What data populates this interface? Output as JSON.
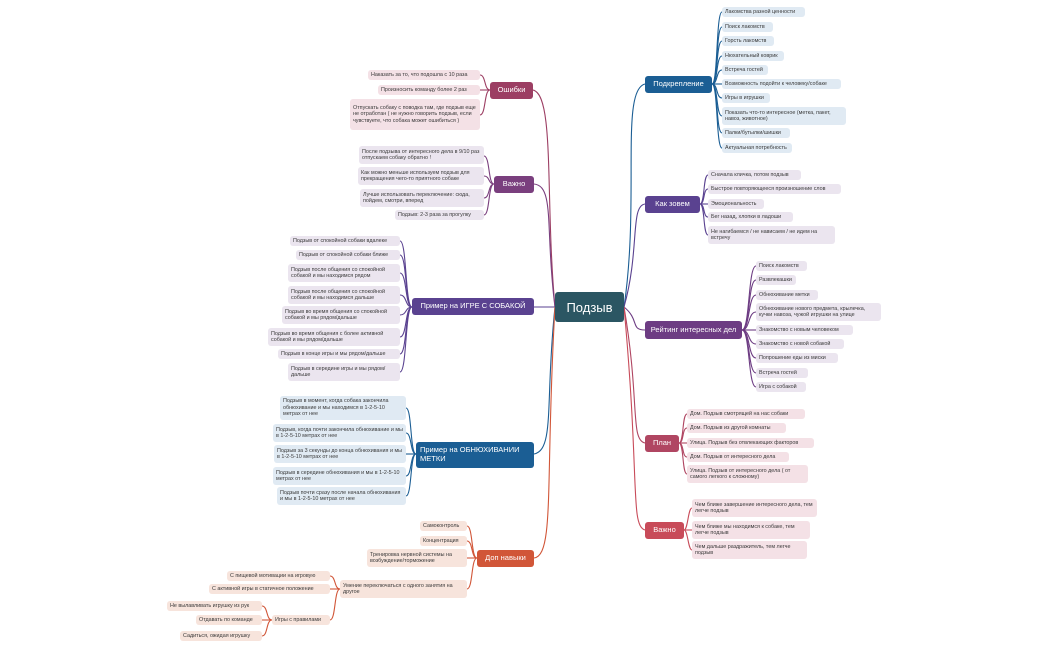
{
  "central": "Подзыв",
  "branches": {
    "podkreplenie": {
      "title": "Подкрепление",
      "items": [
        "Лакомства разной ценности",
        "Поиск лакомств",
        "Горсть лакомств",
        "Нюхательный коврик",
        "Встреча гостей",
        "Возможность подойти к человеку/собаке",
        "Игры в игрушки",
        "Показать что-то интересное (метка, пакет, навоз, животное)",
        "Палки/бутылки/шишки",
        "Актуальная потребность"
      ]
    },
    "kak_zovem": {
      "title": "Как зовем",
      "items": [
        "Сначала кличка, потом подзыв",
        "Быстрое повторяющееся произношение слов",
        "Эмоциональность",
        "Бег назад, хлопки в ладоши",
        "Не нагибаемся / не нависаем / не идем на встречу"
      ]
    },
    "reyting": {
      "title": "Рейтинг интересных дел",
      "items": [
        "Поиск лакомств",
        "Развлекашки",
        "Обнюхивание метки",
        "Обнюхивание нового предмета, крылечка, кучки навоза, чужой игрушки на улице",
        "Знакомство с новым человеком",
        "Знакомство с новой собакой",
        "Попрошение еды из миски",
        "Встреча гостей",
        "Игра с собакой"
      ]
    },
    "plan": {
      "title": "План",
      "items": [
        "Дом. Подзыв смотрящей на нас собаки",
        "Дом. Подзыв из другой комнаты",
        "Улица. Подзыв без отвлекающих факторов",
        "Дом. Подзыв от интересного дела",
        "Улица. Подзыв от интересного дела ( от самого легкого к сложному)"
      ]
    },
    "vazhno_right": {
      "title": "Важно",
      "items": [
        "Чем ближе завершение интересного дела, тем легче подзыв",
        "Чем ближе мы находимся к собаке, тем легче подзыв",
        "Чем дальше раздражитель, тем легче подзыв"
      ]
    },
    "oshibki": {
      "title": "Ошибки",
      "items": [
        "Наказать за то, что подошла с 10 раза",
        "Произносить команду более 2 раз",
        "Отпускать собаку с поводка там, где подзыв еще не отработан ( не нужно говорить подзыв, если чувствуете, что собака может ошибиться )"
      ]
    },
    "vazhno_left": {
      "title": "Важно",
      "items": [
        "После подзыва от интересного дела в 9/10 раз отпускаем собаку обратно !",
        "Как можно меньше используем подзыв для прекращения чего-то приятного собаке",
        "Лучше использовать переключение: сюда, пойдем, смотри, вперед",
        "Подзыв: 2-3 раза за прогулку"
      ]
    },
    "igra": {
      "title": "Пример на ИГРЕ С СОБАКОЙ",
      "items": [
        "Подзыв от спокойной собаки вдалеке",
        "Подзыв от спокойной собаки ближе",
        "Подзыв после общения со спокойной собакой и мы находимся рядом",
        "Подзыв после общения со спокойной собакой и мы находимся дальше",
        "Подзыв во время общения со спокойной собакой и мы рядом/дальше",
        "Подзыв во время общения с более активной собакой и мы рядом/дальше",
        "Подзыв в конце игры и мы рядом/дальше",
        "Подзыв в середине игры и мы рядом/дальше"
      ]
    },
    "metka": {
      "title": "Пример на ОБНЮХИВАНИИ МЕТКИ",
      "items": [
        "Подзыв в момент, когда собака закончила обнюхивание и мы находимся в 1-2-5-10 метрах от нее",
        "Подзыв, когда почти закончила обнюхивание и мы в 1-2-5-10 метрах от нее",
        "Подзыв за 3 секунды до конца обнюхивания и мы в 1-2-5-10 метрах от нее",
        "Подзыв в середине обнюхивания и мы в 1-2-5-10 метрах от нее",
        "Подзыв почти сразу после начала обнюхивания и мы в 1-2-5-10 метрах от нее"
      ]
    },
    "dop": {
      "title": "Доп навыки",
      "samocontrol": "Самоконтроль",
      "concentration": "Концентрация",
      "trenirovka": "Тренировка нервной системы на возбуждение/торможение",
      "umenie": "Умение переключаться с одного занятия на другое",
      "umenie_items": [
        "С пищевой мотивации на игровую",
        "С активной игры в статичное положение"
      ],
      "igry": "Игры с правилами",
      "igry_items": [
        "Не вылавливать игрушку из рук",
        "Отдавать по команде",
        "Садиться, ожидая игрушку"
      ]
    }
  },
  "colors": {
    "central": "#2b5663",
    "podkreplenie": "#1b5e94",
    "kak_zovem": "#5a4290",
    "reyting": "#6d3c83",
    "plan": "#b04662",
    "vazhno_right": "#c84b59",
    "oshibki": "#9c3e63",
    "vazhno_left": "#7a3f7e",
    "igra": "#5a4290",
    "metka": "#1b5e94",
    "dop": "#d15638"
  }
}
